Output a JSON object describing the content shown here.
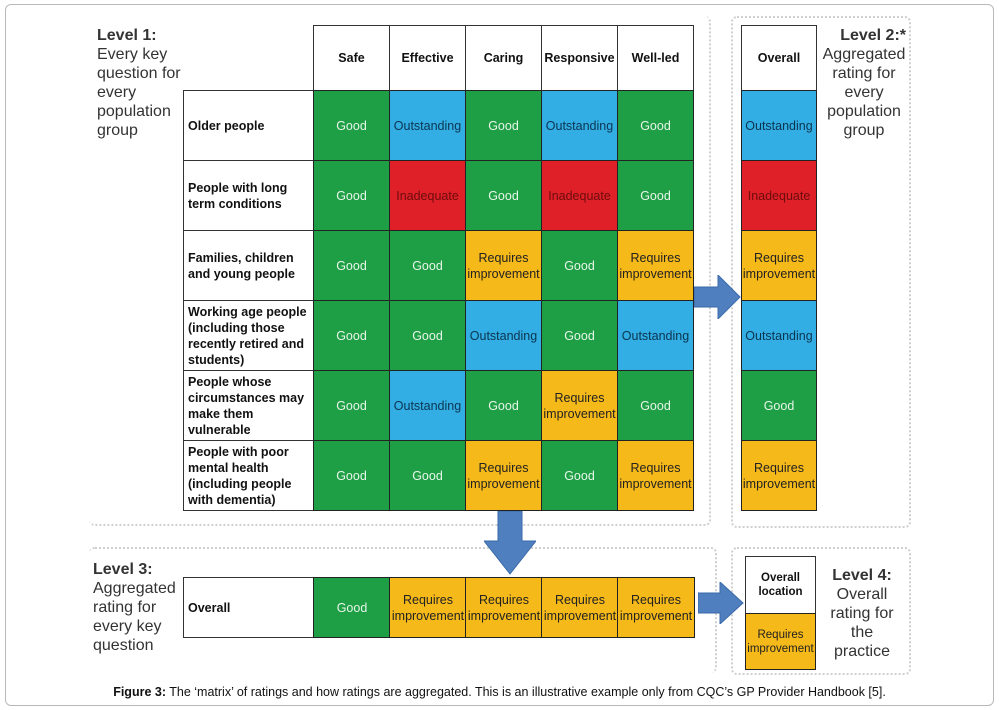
{
  "level1": {
    "heading": "Level 1:",
    "body": [
      "Every key",
      "question for",
      "every",
      "population",
      "group"
    ]
  },
  "level2": {
    "heading": "Level 2:*",
    "body": [
      "Aggregated",
      "rating for",
      "every",
      "population",
      "group"
    ]
  },
  "level3": {
    "heading": "Level 3:",
    "body": [
      "Aggregated",
      "rating for",
      "every key",
      "question"
    ]
  },
  "level4": {
    "heading": "Level 4:",
    "body": [
      "Overall",
      "rating for",
      "the",
      "practice"
    ]
  },
  "columns": [
    "Safe",
    "Effective",
    "Caring",
    "Responsive",
    "Well-led"
  ],
  "overall_header": "Overall",
  "overall_location_header": [
    "Overall",
    "location"
  ],
  "rows": [
    {
      "label": [
        "Older people"
      ],
      "ratings": [
        "Good",
        "Outstanding",
        "Good",
        "Outstanding",
        "Good"
      ],
      "overall": "Outstanding"
    },
    {
      "label": [
        "People with long",
        "term conditions"
      ],
      "ratings": [
        "Good",
        "Inadequate",
        "Good",
        "Inadequate",
        "Good"
      ],
      "overall": "Inadequate"
    },
    {
      "label": [
        "Families, children",
        "and young people"
      ],
      "ratings": [
        "Good",
        "Good",
        "Requires improvement",
        "Good",
        "Requires improvement"
      ],
      "overall": "Requires improvement"
    },
    {
      "label": [
        "Working age people",
        "(including those",
        "recently retired and",
        "students)"
      ],
      "ratings": [
        "Good",
        "Good",
        "Outstanding",
        "Good",
        "Outstanding"
      ],
      "overall": "Outstanding"
    },
    {
      "label": [
        "People whose",
        "circumstances may",
        "make them",
        "vulnerable"
      ],
      "ratings": [
        "Good",
        "Outstanding",
        "Good",
        "Requires improvement",
        "Good"
      ],
      "overall": "Good"
    },
    {
      "label": [
        "People with poor",
        "mental health",
        "(including people",
        "with dementia)"
      ],
      "ratings": [
        "Good",
        "Good",
        "Requires improvement",
        "Good",
        "Requires improvement"
      ],
      "overall": "Requires improvement"
    }
  ],
  "level3_row": {
    "label": "Overall",
    "ratings": [
      "Good",
      "Requires improvement",
      "Requires improvement",
      "Requires improvement",
      "Requires improvement"
    ]
  },
  "practice_overall": "Requires improvement",
  "rating_colors": {
    "Good": "#1e9e45",
    "Outstanding": "#33aee4",
    "Inadequate": "#e02028",
    "Requires improvement": "#f6b91a"
  },
  "text_colors": {
    "Good": "#e8f6ea",
    "Outstanding": "#0b3550",
    "Inadequate": "#6b0d0d",
    "Requires improvement": "#222222"
  },
  "arrow_color": "#4f7fbf",
  "caption": {
    "label": "Figure 3:",
    "text": " The ‘matrix’ of ratings and how ratings are aggregated. This is an illustrative example only from CQC’s GP Provider Handbook [5]."
  }
}
